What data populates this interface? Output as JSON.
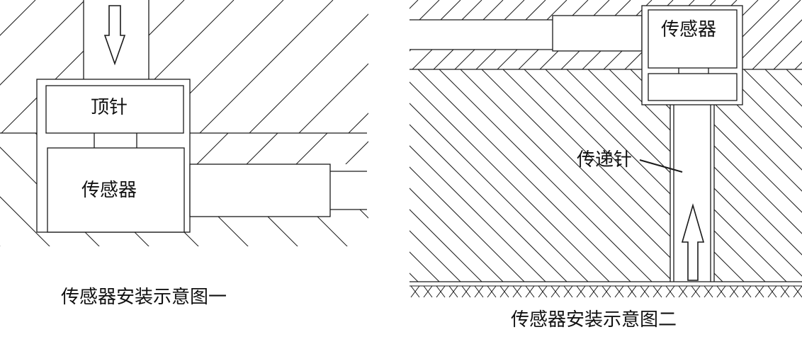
{
  "diagram_1": {
    "caption": "传感器安装示意图一",
    "labels": {
      "ejector_pin": "顶针",
      "sensor": "传感器"
    }
  },
  "diagram_2": {
    "caption": "传感器安装示意图二",
    "labels": {
      "sensor": "传感器",
      "transfer_pin": "传递针"
    }
  },
  "colors": {
    "line": "#1a1a1a",
    "background": "#ffffff"
  }
}
